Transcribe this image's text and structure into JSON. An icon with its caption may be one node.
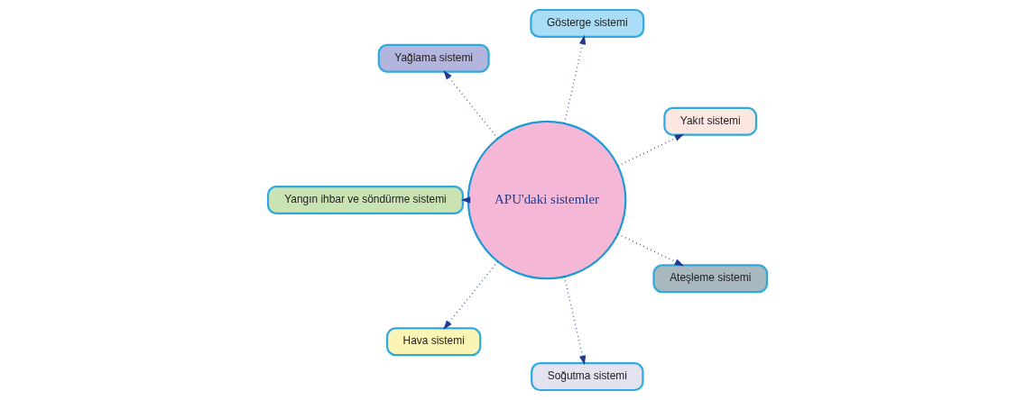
{
  "diagram": {
    "nodes": [
      {
        "text": [
          "APU'daki sistemler"
        ]
      },
      {
        "text": [
          "Yakıt sistemi"
        ]
      },
      {
        "text": [
          "Gösterge sistemi"
        ]
      },
      {
        "text": [
          "Yağlama sistemi"
        ]
      },
      {
        "text": [
          "Yangın ihbar ve söndürme sistemi"
        ]
      },
      {
        "text": [
          "Hava sistemi"
        ]
      },
      {
        "text": [
          "Soğutma sistemi"
        ]
      },
      {
        "text": [
          "Ateşleme sistemi"
        ]
      }
    ],
    "edges": [
      {
        "from": 0,
        "to": 1,
        "arrow": "to"
      },
      {
        "from": 0,
        "to": 2,
        "arrow": "to"
      },
      {
        "from": 0,
        "to": 3,
        "arrow": "to"
      },
      {
        "from": 0,
        "to": 4,
        "arrow": "to"
      },
      {
        "from": 0,
        "to": 5,
        "arrow": "to"
      },
      {
        "from": 0,
        "to": 6,
        "arrow": "to"
      },
      {
        "from": 0,
        "to": 7,
        "arrow": "to"
      }
    ]
  }
}
